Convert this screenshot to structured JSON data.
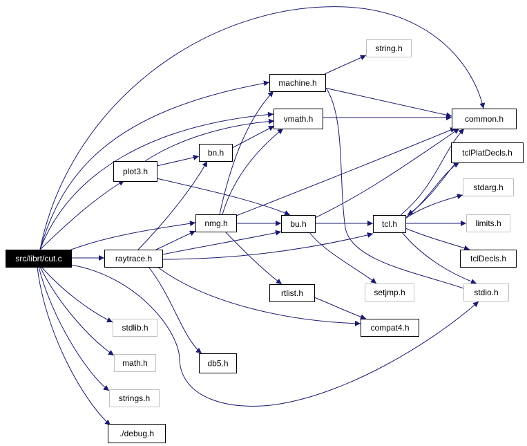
{
  "diagram": {
    "nodes": [
      {
        "id": "cut_c",
        "label": "src/librt/cut.c",
        "style": "root"
      },
      {
        "id": "string_h",
        "label": "string.h",
        "style": "system"
      },
      {
        "id": "machine_h",
        "label": "machine.h",
        "style": "local"
      },
      {
        "id": "common_h",
        "label": "common.h",
        "style": "local"
      },
      {
        "id": "vmath_h",
        "label": "vmath.h",
        "style": "local"
      },
      {
        "id": "bn_h",
        "label": "bn.h",
        "style": "local"
      },
      {
        "id": "plot3_h",
        "label": "plot3.h",
        "style": "local"
      },
      {
        "id": "tclPlatDecls_h",
        "label": "tclPlatDecls.h",
        "style": "local"
      },
      {
        "id": "stdarg_h",
        "label": "stdarg.h",
        "style": "system"
      },
      {
        "id": "nmg_h",
        "label": "nmg.h",
        "style": "local"
      },
      {
        "id": "bu_h",
        "label": "bu.h",
        "style": "local"
      },
      {
        "id": "tcl_h",
        "label": "tcl.h",
        "style": "local"
      },
      {
        "id": "limits_h",
        "label": "limits.h",
        "style": "system"
      },
      {
        "id": "raytrace_h",
        "label": "raytrace.h",
        "style": "local"
      },
      {
        "id": "tclDecls_h",
        "label": "tclDecls.h",
        "style": "local"
      },
      {
        "id": "rtlist_h",
        "label": "rtlist.h",
        "style": "local"
      },
      {
        "id": "setjmp_h",
        "label": "setjmp.h",
        "style": "system"
      },
      {
        "id": "stdio_h",
        "label": "stdio.h",
        "style": "system"
      },
      {
        "id": "stdlib_h",
        "label": "stdlib.h",
        "style": "system"
      },
      {
        "id": "compat4_h",
        "label": "compat4.h",
        "style": "local"
      },
      {
        "id": "math_h",
        "label": "math.h",
        "style": "system"
      },
      {
        "id": "db5_h",
        "label": "db5.h",
        "style": "local"
      },
      {
        "id": "strings_h",
        "label": "strings.h",
        "style": "system"
      },
      {
        "id": "debug_h",
        "label": "./debug.h",
        "style": "local"
      }
    ],
    "edges": [
      {
        "from": "cut_c",
        "to": "common_h"
      },
      {
        "from": "cut_c",
        "to": "machine_h"
      },
      {
        "from": "cut_c",
        "to": "vmath_h"
      },
      {
        "from": "cut_c",
        "to": "plot3_h"
      },
      {
        "from": "cut_c",
        "to": "nmg_h"
      },
      {
        "from": "cut_c",
        "to": "raytrace_h"
      },
      {
        "from": "cut_c",
        "to": "stdlib_h"
      },
      {
        "from": "cut_c",
        "to": "math_h"
      },
      {
        "from": "cut_c",
        "to": "strings_h"
      },
      {
        "from": "cut_c",
        "to": "debug_h"
      },
      {
        "from": "cut_c",
        "to": "stdio_h"
      },
      {
        "from": "machine_h",
        "to": "string_h"
      },
      {
        "from": "machine_h",
        "to": "common_h"
      },
      {
        "from": "machine_h",
        "to": "stdio_h"
      },
      {
        "from": "vmath_h",
        "to": "common_h"
      },
      {
        "from": "bn_h",
        "to": "vmath_h"
      },
      {
        "from": "plot3_h",
        "to": "vmath_h"
      },
      {
        "from": "plot3_h",
        "to": "bn_h"
      },
      {
        "from": "plot3_h",
        "to": "bu_h"
      },
      {
        "from": "raytrace_h",
        "to": "bn_h"
      },
      {
        "from": "raytrace_h",
        "to": "nmg_h"
      },
      {
        "from": "raytrace_h",
        "to": "bu_h"
      },
      {
        "from": "raytrace_h",
        "to": "tcl_h"
      },
      {
        "from": "raytrace_h",
        "to": "db5_h"
      },
      {
        "from": "raytrace_h",
        "to": "compat4_h"
      },
      {
        "from": "nmg_h",
        "to": "machine_h"
      },
      {
        "from": "nmg_h",
        "to": "vmath_h"
      },
      {
        "from": "nmg_h",
        "to": "common_h"
      },
      {
        "from": "nmg_h",
        "to": "bu_h"
      },
      {
        "from": "nmg_h",
        "to": "rtlist_h"
      },
      {
        "from": "bu_h",
        "to": "common_h"
      },
      {
        "from": "bu_h",
        "to": "tcl_h"
      },
      {
        "from": "bu_h",
        "to": "setjmp_h"
      },
      {
        "from": "tcl_h",
        "to": "tclPlatDecls_h"
      },
      {
        "from": "tcl_h",
        "to": "stdarg_h"
      },
      {
        "from": "tcl_h",
        "to": "limits_h"
      },
      {
        "from": "tcl_h",
        "to": "tclDecls_h"
      },
      {
        "from": "tcl_h",
        "to": "stdio_h"
      },
      {
        "from": "tcl_h",
        "to": "common_h"
      },
      {
        "from": "tclPlatDecls_h",
        "to": "tcl_h"
      },
      {
        "from": "rtlist_h",
        "to": "compat4_h"
      }
    ],
    "colors": {
      "edge": "#191970",
      "local_border": "#000000",
      "system_border": "#bfbfbf",
      "root_fill": "#000000",
      "root_text": "#ffffff",
      "text": "#000000",
      "background": "#ffffff"
    }
  }
}
